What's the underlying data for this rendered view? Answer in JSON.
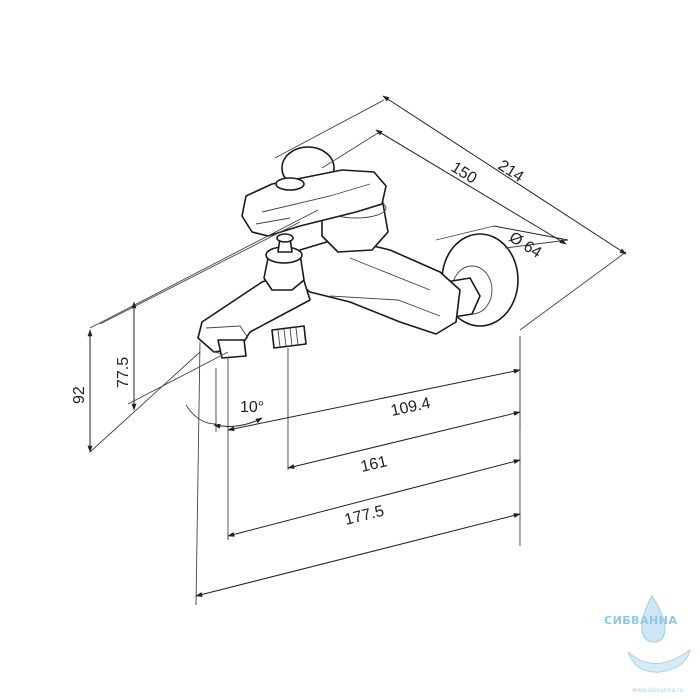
{
  "dimensions": {
    "overall_depth": "214",
    "wall_to_handle": "150",
    "flange_diameter": "Ø 64",
    "outlet_height": "77.5",
    "total_height": "92",
    "spout_angle": "10°",
    "spout_to_wall": "109.4",
    "outlet_to_wall": "161",
    "tip_to_wall": "177.5"
  },
  "watermark": {
    "brand": "СИБВАННА",
    "url": "www.sibvanna.ru"
  }
}
